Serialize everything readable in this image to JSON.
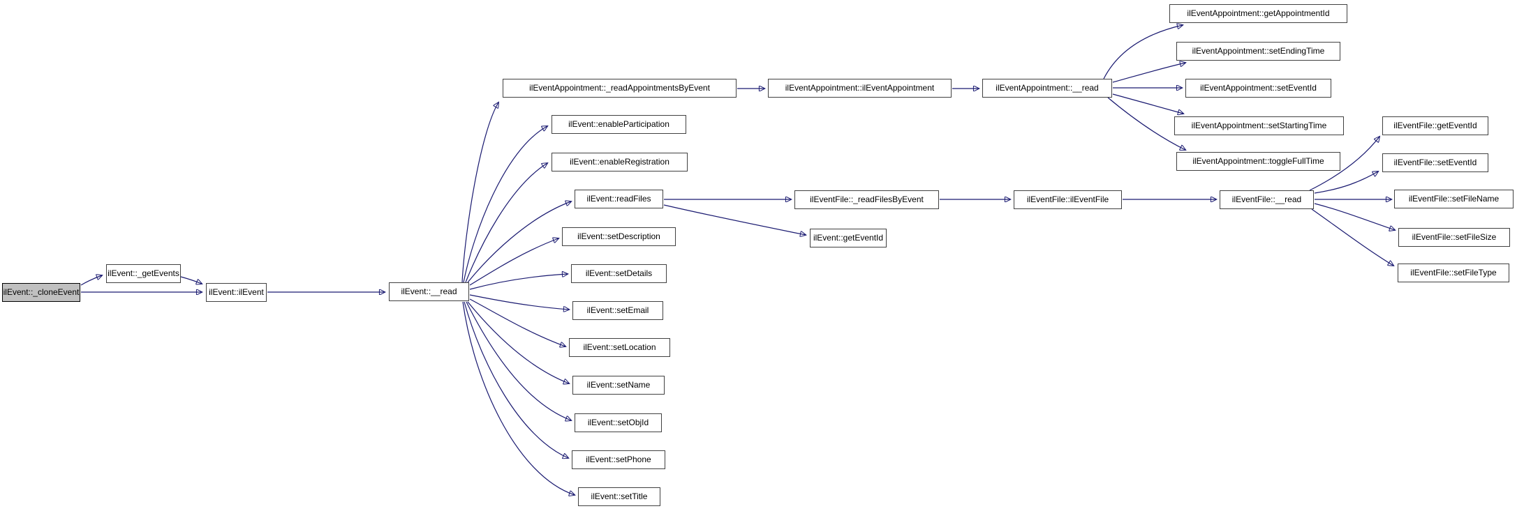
{
  "graph": {
    "kind": "doxygen-call-graph",
    "background_color": "#ffffff",
    "edge_color": "#191970",
    "node_fill": "#ffffff",
    "node_border_color": "#404040",
    "highlighted_node_fill": "#c0c0c0",
    "nodes": {
      "clone_event": {
        "label": "ilEvent::_cloneEvent",
        "highlighted": true
      },
      "get_events": {
        "label": "ilEvent::_getEvents"
      },
      "il_event": {
        "label": "ilEvent::ilEvent"
      },
      "event_read": {
        "label": "ilEvent::__read"
      },
      "read_appointments_by_event": {
        "label": "ilEventAppointment::_readAppointmentsByEvent"
      },
      "enable_participation": {
        "label": "ilEvent::enableParticipation"
      },
      "enable_registration": {
        "label": "ilEvent::enableRegistration"
      },
      "read_files": {
        "label": "ilEvent::readFiles"
      },
      "set_description": {
        "label": "ilEvent::setDescription"
      },
      "set_details": {
        "label": "ilEvent::setDetails"
      },
      "set_email": {
        "label": "ilEvent::setEmail"
      },
      "set_location": {
        "label": "ilEvent::setLocation"
      },
      "set_name": {
        "label": "ilEvent::setName"
      },
      "set_obj_id": {
        "label": "ilEvent::setObjId"
      },
      "set_phone": {
        "label": "ilEvent::setPhone"
      },
      "set_title": {
        "label": "ilEvent::setTitle"
      },
      "il_event_appointment": {
        "label": "ilEventAppointment::ilEventAppointment"
      },
      "appointment_read": {
        "label": "ilEventAppointment::__read"
      },
      "get_appointment_id": {
        "label": "ilEventAppointment::getAppointmentId"
      },
      "set_ending_time": {
        "label": "ilEventAppointment::setEndingTime"
      },
      "appointment_set_event_id": {
        "label": "ilEventAppointment::setEventId"
      },
      "set_starting_time": {
        "label": "ilEventAppointment::setStartingTime"
      },
      "toggle_full_time": {
        "label": "ilEventAppointment::toggleFullTime"
      },
      "read_files_by_event": {
        "label": "ilEventFile::_readFilesByEvent"
      },
      "event_get_event_id": {
        "label": "ilEvent::getEventId"
      },
      "il_event_file": {
        "label": "ilEventFile::ilEventFile"
      },
      "file_read": {
        "label": "ilEventFile::__read"
      },
      "file_get_event_id": {
        "label": "ilEventFile::getEventId"
      },
      "file_set_event_id": {
        "label": "ilEventFile::setEventId"
      },
      "set_file_name": {
        "label": "ilEventFile::setFileName"
      },
      "set_file_size": {
        "label": "ilEventFile::setFileSize"
      },
      "set_file_type": {
        "label": "ilEventFile::setFileType"
      }
    },
    "edges": [
      {
        "from": "ilEvent::_cloneEvent",
        "to": "ilEvent::_getEvents"
      },
      {
        "from": "ilEvent::_cloneEvent",
        "to": "ilEvent::ilEvent"
      },
      {
        "from": "ilEvent::_getEvents",
        "to": "ilEvent::ilEvent"
      },
      {
        "from": "ilEvent::ilEvent",
        "to": "ilEvent::__read"
      },
      {
        "from": "ilEvent::__read",
        "to": "ilEventAppointment::_readAppointmentsByEvent"
      },
      {
        "from": "ilEvent::__read",
        "to": "ilEvent::enableParticipation"
      },
      {
        "from": "ilEvent::__read",
        "to": "ilEvent::enableRegistration"
      },
      {
        "from": "ilEvent::__read",
        "to": "ilEvent::readFiles"
      },
      {
        "from": "ilEvent::__read",
        "to": "ilEvent::setDescription"
      },
      {
        "from": "ilEvent::__read",
        "to": "ilEvent::setDetails"
      },
      {
        "from": "ilEvent::__read",
        "to": "ilEvent::setEmail"
      },
      {
        "from": "ilEvent::__read",
        "to": "ilEvent::setLocation"
      },
      {
        "from": "ilEvent::__read",
        "to": "ilEvent::setName"
      },
      {
        "from": "ilEvent::__read",
        "to": "ilEvent::setObjId"
      },
      {
        "from": "ilEvent::__read",
        "to": "ilEvent::setPhone"
      },
      {
        "from": "ilEvent::__read",
        "to": "ilEvent::setTitle"
      },
      {
        "from": "ilEventAppointment::_readAppointmentsByEvent",
        "to": "ilEventAppointment::ilEventAppointment"
      },
      {
        "from": "ilEventAppointment::ilEventAppointment",
        "to": "ilEventAppointment::__read"
      },
      {
        "from": "ilEventAppointment::__read",
        "to": "ilEventAppointment::getAppointmentId"
      },
      {
        "from": "ilEventAppointment::__read",
        "to": "ilEventAppointment::setEndingTime"
      },
      {
        "from": "ilEventAppointment::__read",
        "to": "ilEventAppointment::setEventId"
      },
      {
        "from": "ilEventAppointment::__read",
        "to": "ilEventAppointment::setStartingTime"
      },
      {
        "from": "ilEventAppointment::__read",
        "to": "ilEventAppointment::toggleFullTime"
      },
      {
        "from": "ilEvent::readFiles",
        "to": "ilEventFile::_readFilesByEvent"
      },
      {
        "from": "ilEvent::readFiles",
        "to": "ilEvent::getEventId"
      },
      {
        "from": "ilEventFile::_readFilesByEvent",
        "to": "ilEventFile::ilEventFile"
      },
      {
        "from": "ilEventFile::ilEventFile",
        "to": "ilEventFile::__read"
      },
      {
        "from": "ilEventFile::__read",
        "to": "ilEventFile::getEventId"
      },
      {
        "from": "ilEventFile::__read",
        "to": "ilEventFile::setEventId"
      },
      {
        "from": "ilEventFile::__read",
        "to": "ilEventFile::setFileName"
      },
      {
        "from": "ilEventFile::__read",
        "to": "ilEventFile::setFileSize"
      },
      {
        "from": "ilEventFile::__read",
        "to": "ilEventFile::setFileType"
      }
    ]
  }
}
